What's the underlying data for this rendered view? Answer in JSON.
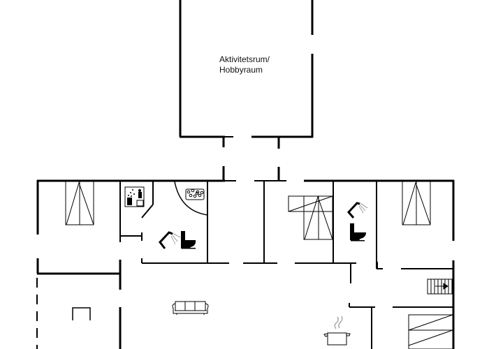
{
  "floorplan": {
    "rooms": [
      {
        "id": "activity-room",
        "label_line1": "Aktivitetsrum/",
        "label_line2": "Hobbyraum"
      }
    ],
    "icons": [
      {
        "name": "sauna-icon",
        "room": "sauna"
      },
      {
        "name": "whirlpool-icon",
        "room": "bathroom-left"
      },
      {
        "name": "shower-icon",
        "room": "bathroom-left"
      },
      {
        "name": "toilet-icon",
        "room": "bathroom-left"
      },
      {
        "name": "shower-icon",
        "room": "bathroom-right"
      },
      {
        "name": "toilet-icon",
        "room": "bathroom-right"
      },
      {
        "name": "bed-icon",
        "room": "bedroom-left"
      },
      {
        "name": "bunk-bed-icon",
        "room": "bedroom-middle"
      },
      {
        "name": "bed-icon",
        "room": "bedroom-right"
      },
      {
        "name": "bunk-bed-icon",
        "room": "bedroom-bottom-right"
      },
      {
        "name": "sofa-icon",
        "room": "living-room"
      },
      {
        "name": "cooking-pot-icon",
        "room": "kitchen"
      },
      {
        "name": "stairs-icon",
        "room": "hallway"
      },
      {
        "name": "fireplace-icon",
        "room": "annex"
      }
    ],
    "colors": {
      "wall": "#000000",
      "background": "#ffffff",
      "steam": "#aaaaaa"
    }
  }
}
